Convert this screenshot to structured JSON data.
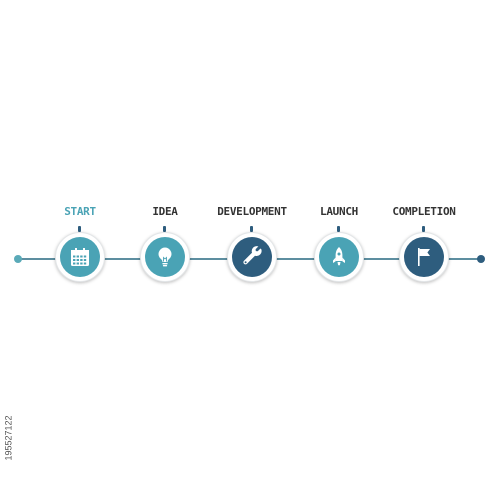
{
  "steps": [
    {
      "label": "START",
      "icon": "calendar-icon",
      "label_color": "#4aa3b5",
      "disc_color": "#4aa3b5"
    },
    {
      "label": "IDEA",
      "icon": "lightbulb-icon",
      "label_color": "#333333",
      "disc_color": "#4aa3b5"
    },
    {
      "label": "DEVELOPMENT",
      "icon": "wrench-icon",
      "label_color": "#333333",
      "disc_color": "#2e5d7e"
    },
    {
      "label": "LAUNCH",
      "icon": "rocket-icon",
      "label_color": "#333333",
      "disc_color": "#4aa3b5"
    },
    {
      "label": "COMPLETION",
      "icon": "flag-icon",
      "label_color": "#333333",
      "disc_color": "#2e5d7e"
    }
  ],
  "colors": {
    "teal": "#4aa3b5",
    "navy": "#2e5d7e",
    "line": "#5d8ea0"
  },
  "side_id": "195527122"
}
